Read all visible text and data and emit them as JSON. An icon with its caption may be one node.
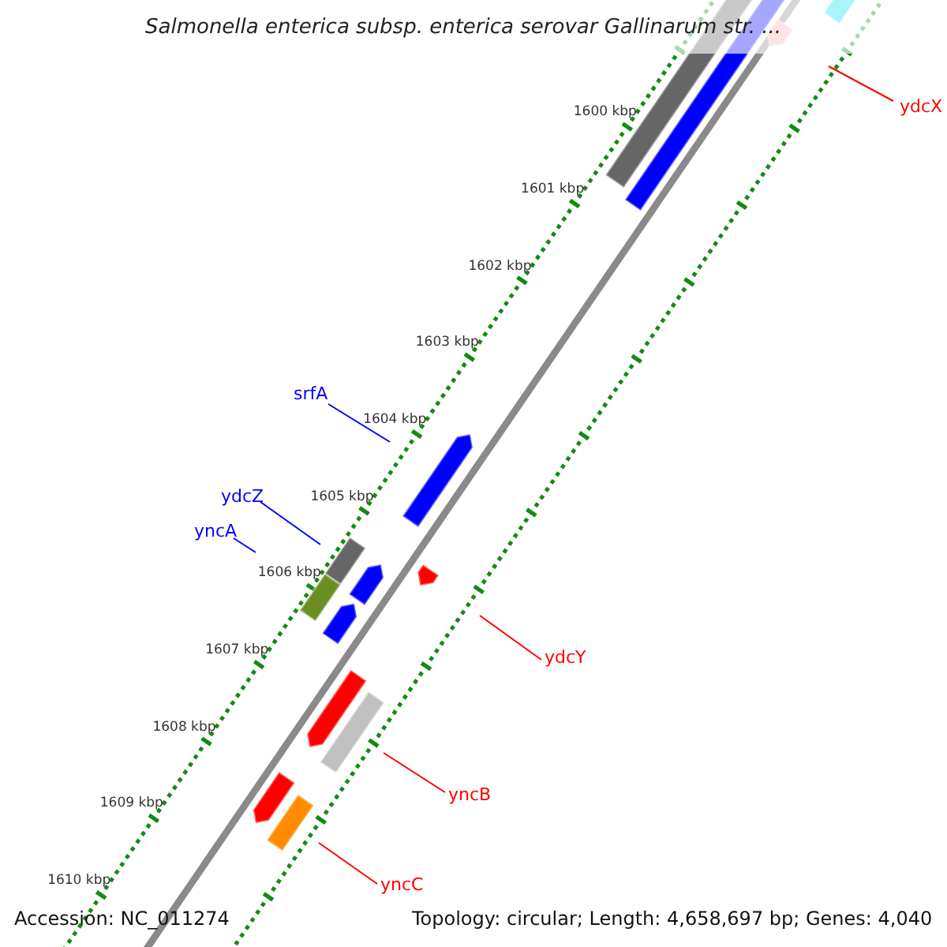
{
  "diagram": {
    "title": "Salmonella enterica subsp. enterica serovar Gallinarum str. ...",
    "nodes": [
      {
        "text": [
          "ydcX"
        ]
      },
      {
        "text": [
          "srfA"
        ]
      },
      {
        "text": [
          "ydcZ"
        ]
      },
      {
        "text": [
          "yncA"
        ]
      },
      {
        "text": [
          "ydcY"
        ]
      },
      {
        "text": [
          "yncB"
        ]
      },
      {
        "text": [
          "yncC"
        ]
      }
    ],
    "edges": [
      {
        "from": 0,
        "to": null,
        "arrow": "none"
      },
      {
        "from": 1,
        "to": null,
        "arrow": "none",
        "color": "#0000ff"
      },
      {
        "from": 2,
        "to": null,
        "arrow": "none",
        "color": "#0000ff"
      },
      {
        "from": 3,
        "to": null,
        "arrow": "none",
        "color": "#0000ff"
      },
      {
        "from": 4,
        "to": null,
        "arrow": "none"
      },
      {
        "from": 5,
        "to": null,
        "arrow": "none"
      },
      {
        "from": 6,
        "to": null,
        "arrow": "none"
      }
    ],
    "labels": [
      "1600 kbp",
      "1601 kbp",
      "1602 kbp",
      "1603 kbp",
      "1604 kbp",
      "1605 kbp",
      "1606 kbp",
      "1607 kbp",
      "1608 kbp",
      "1609 kbp",
      "1610 kbp",
      "Accession: NC_011274",
      "Topology: circular; Length: 4,658,697 bp; Genes: 4,040"
    ]
  }
}
